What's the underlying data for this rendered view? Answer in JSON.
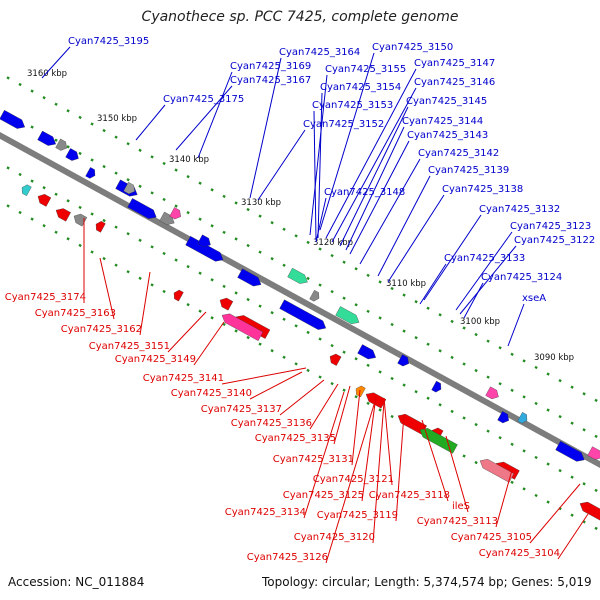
{
  "title": "Cyanothece sp. PCC 7425, complete genome",
  "footer": {
    "accession": "Accession: NC_011884",
    "summary": "Topology: circular; Length: 5,374,574 bp; Genes: 5,019"
  },
  "colors": {
    "backbone": "#7d7d7d",
    "forward_label": "#0000cc",
    "reverse_label": "#dd0000",
    "tick": "#228b22",
    "forward_gene": "#0000ee",
    "reverse_gene": "#ee0000",
    "rna_gene": "#22aa22",
    "pink_gene": "#ff3399",
    "mint_gene": "#33dd99"
  },
  "ruler": [
    {
      "label": "3160 kbp"
    },
    {
      "label": "3150 kbp"
    },
    {
      "label": "3140 kbp"
    },
    {
      "label": "3130 kbp"
    },
    {
      "label": "3120 kbp"
    },
    {
      "label": "3110 kbp"
    },
    {
      "label": "3100 kbp"
    },
    {
      "label": "3090 kbp"
    }
  ],
  "forward_labels": [
    "Cyan7425_3195",
    "Cyan7425_3164",
    "Cyan7425_3150",
    "Cyan7425_3169",
    "Cyan7425_3155",
    "Cyan7425_3147",
    "Cyan7425_3167",
    "Cyan7425_3154",
    "Cyan7425_3146",
    "Cyan7425_3175",
    "Cyan7425_3153",
    "Cyan7425_3145",
    "Cyan7425_3152",
    "Cyan7425_3144",
    "Cyan7425_3143",
    "Cyan7425_3142",
    "Cyan7425_3139",
    "Cyan7425_3148",
    "Cyan7425_3138",
    "Cyan7425_3132",
    "Cyan7425_3123",
    "Cyan7425_3122",
    "Cyan7425_3133",
    "Cyan7425_3124",
    "xseA"
  ],
  "reverse_labels": [
    "Cyan7425_3174",
    "Cyan7425_3163",
    "Cyan7425_3162",
    "Cyan7425_3151",
    "Cyan7425_3149",
    "Cyan7425_3141",
    "Cyan7425_3140",
    "Cyan7425_3137",
    "Cyan7425_3136",
    "Cyan7425_3135",
    "Cyan7425_3131",
    "Cyan7425_3121",
    "Cyan7425_3125",
    "Cyan7425_3118",
    "Cyan7425_3134",
    "Cyan7425_3119",
    "ileS",
    "Cyan7425_3113",
    "Cyan7425_3120",
    "Cyan7425_3105",
    "Cyan7425_3126",
    "Cyan7425_3104"
  ]
}
